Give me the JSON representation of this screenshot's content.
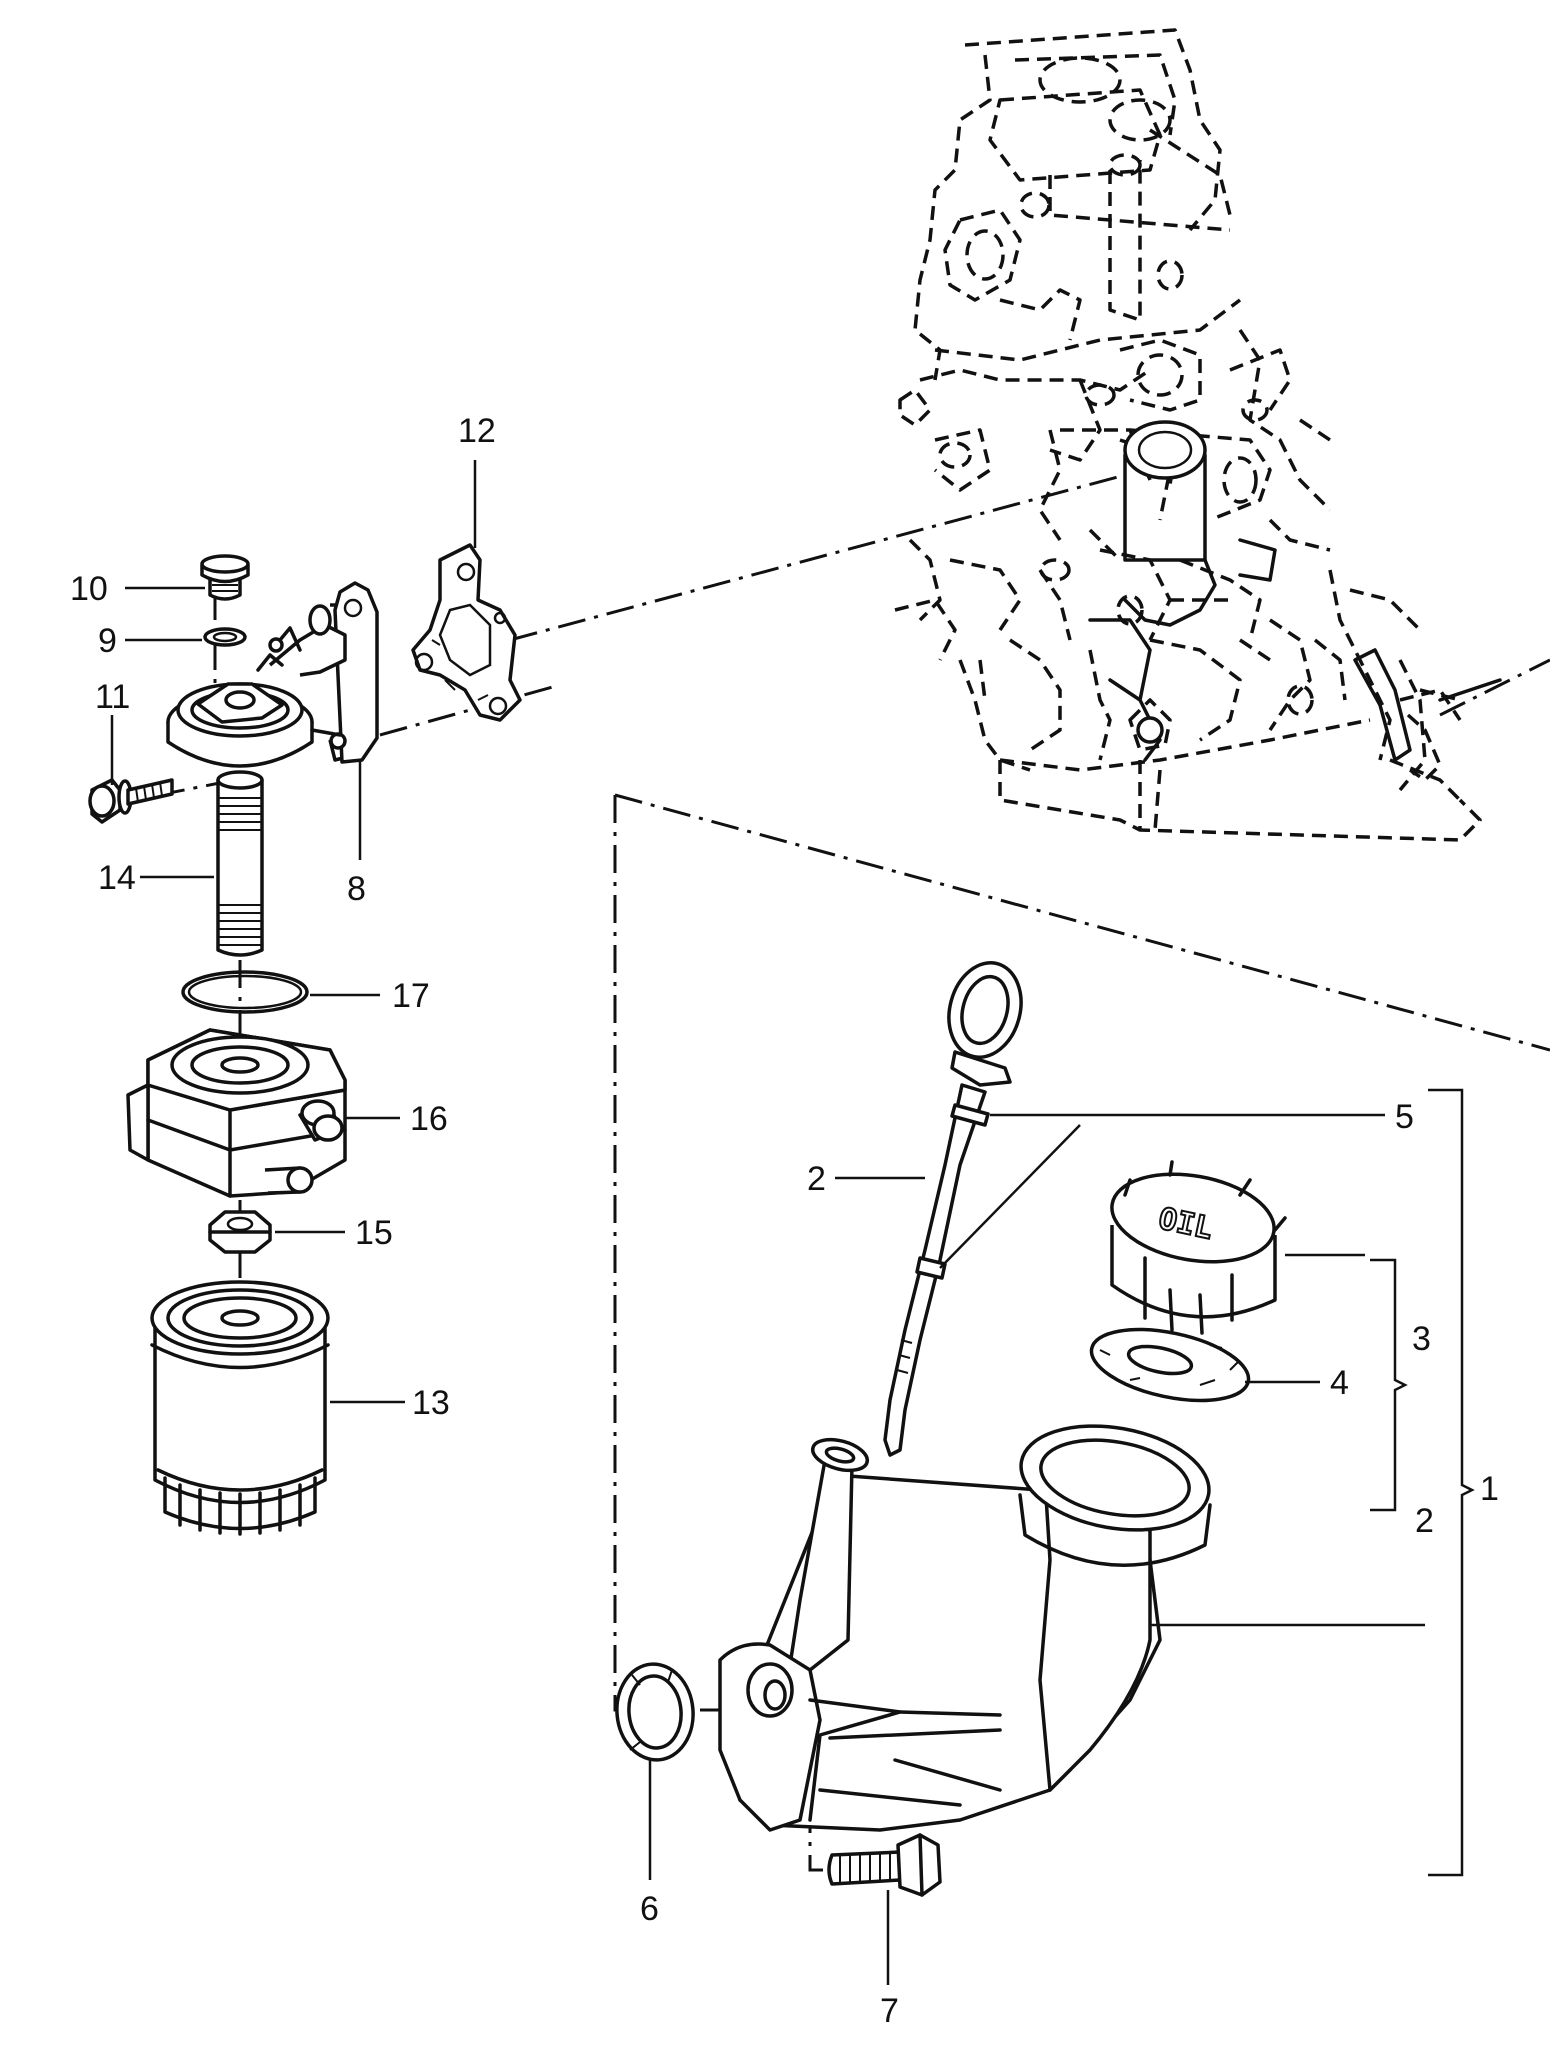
{
  "callouts": {
    "c1": "1",
    "c2_dipstick": "2",
    "c2_group": "2",
    "c3": "3",
    "c4": "4",
    "c5": "5",
    "c6": "6",
    "c7": "7",
    "c8": "8",
    "c9": "9",
    "c10": "10",
    "c11": "11",
    "c12": "12",
    "c13": "13",
    "c14": "14",
    "c15": "15",
    "c16": "16",
    "c17": "17"
  },
  "oil_cap_text": "OIL"
}
